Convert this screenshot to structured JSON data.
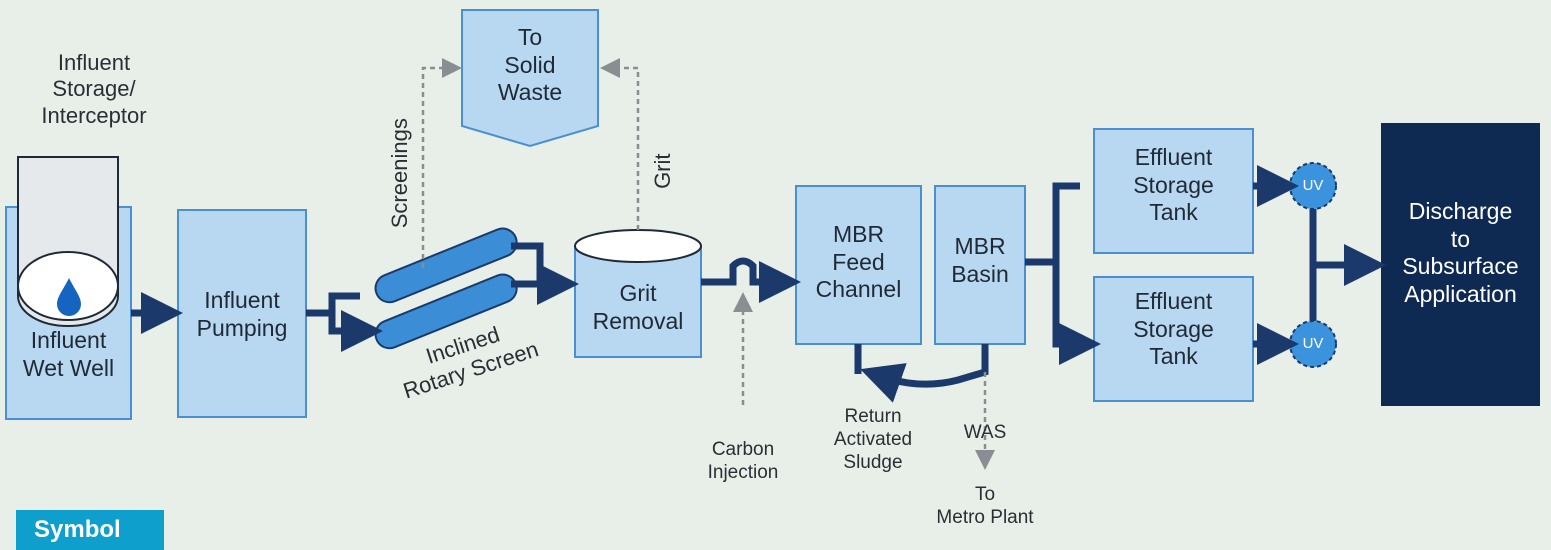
{
  "colors": {
    "background": "#e8efe9",
    "box_fill": "#b8d7f0",
    "box_stroke": "#4a8fd0",
    "arrow": "#1b3a6b",
    "dashed": "#8a8e93",
    "final_box": "#0f2a52",
    "uv_fill": "#3a93dc",
    "screen_fill": "#3b8ed6",
    "symbol_chip": "#0e9fcc"
  },
  "labels": {
    "influent_storage": "Influent\nStorage/\nInterceptor",
    "influent_wet_well": "Influent\nWet Well",
    "influent_pumping": "Influent\nPumping",
    "inclined_rotary_screen": "Inclined\nRotary Screen",
    "screenings": "Screenings",
    "to_solid_waste": "To\nSolid\nWaste",
    "grit": "Grit",
    "grit_removal": "Grit\nRemoval",
    "carbon_injection": "Carbon\nInjection",
    "mbr_feed_channel": "MBR\nFeed\nChannel",
    "mbr_basin": "MBR\nBasin",
    "return_activated_sludge": "Return\nActivated\nSludge",
    "was": "WAS",
    "to_metro_plant": "To\nMetro Plant",
    "effluent_storage_tank_1": "Effluent\nStorage\nTank",
    "effluent_storage_tank_2": "Effluent\nStorage\nTank",
    "uv_1": "UV",
    "uv_2": "UV",
    "discharge": "Discharge\nto\nSubsurface\nApplication",
    "symbol": "Symbol"
  }
}
